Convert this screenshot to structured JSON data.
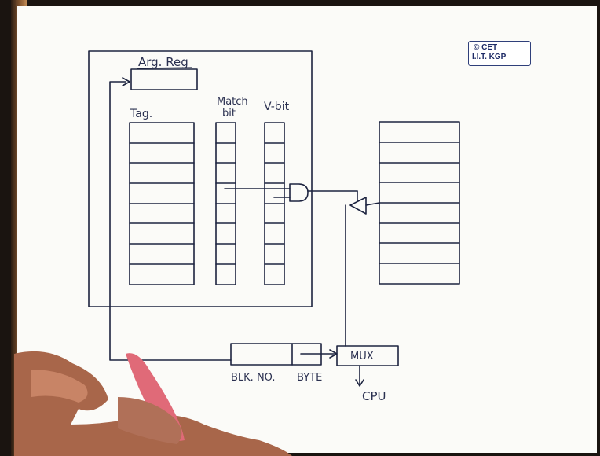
{
  "logo": {
    "line1": "© CET",
    "line2": "I.I.T. KGP"
  },
  "labels": {
    "arg_reg": "Arg. Reg",
    "tag": "Tag.",
    "match_line1": "Match",
    "match_line2": "bit",
    "vbit": "V-bit",
    "blk_no": "BLK. NO.",
    "byte": "BYTE",
    "mux": "MUX",
    "cpu": "CPU"
  },
  "colors": {
    "ink": "#1d2440",
    "paper": "#fbfbf8"
  }
}
